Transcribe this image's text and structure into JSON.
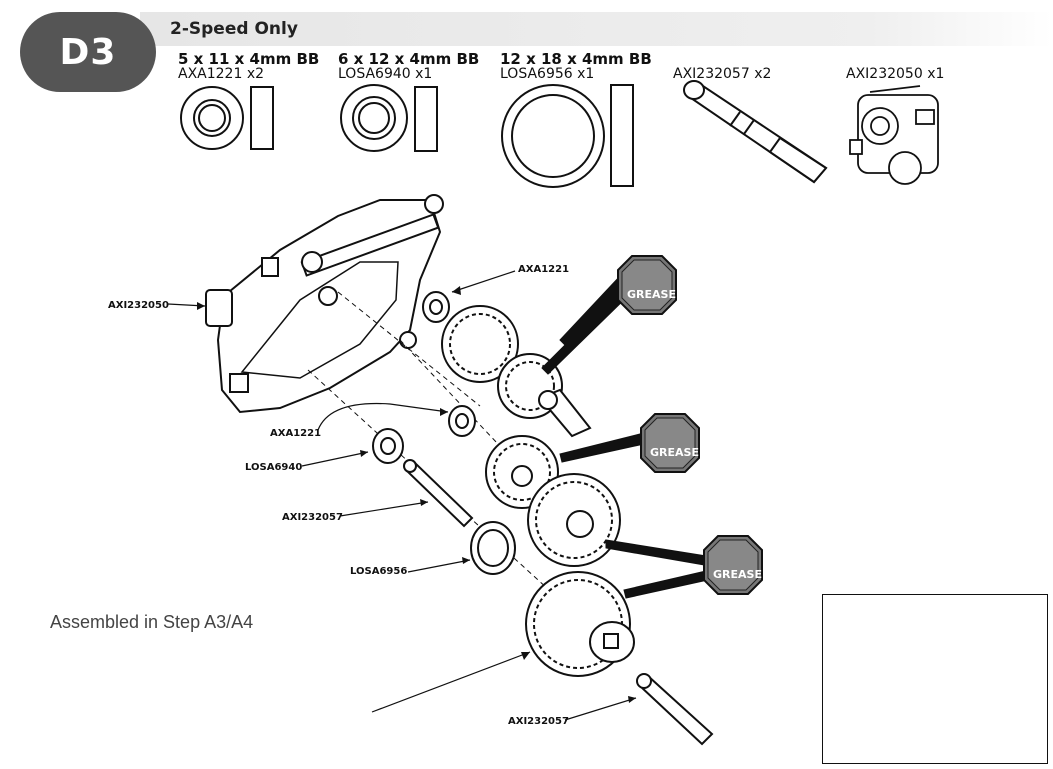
{
  "step": {
    "badge": "D3",
    "title": "2-Speed Only"
  },
  "parts": [
    {
      "spec": "5 x 11 x 4mm BB",
      "code": "AXA1221 x2"
    },
    {
      "spec": "6 x 12 x 4mm BB",
      "code": "LOSA6940 x1"
    },
    {
      "spec": "12 x 18 x 4mm BB",
      "code": "LOSA6956 x1"
    },
    {
      "spec": "",
      "code": "AXI232057 x2"
    },
    {
      "spec": "",
      "code": "AXI232050 x1"
    }
  ],
  "callouts": {
    "housing": "AXI232050",
    "bearing_top": "AXA1221",
    "bearing_mid": "AXA1221",
    "bearing_6940": "LOSA6940",
    "shaft_top": "AXI232057",
    "bearing_6956": "LOSA6956",
    "shaft_bottom": "AXI232057"
  },
  "grease_label": "GREASE",
  "note": "Assembled in Step A3/A4"
}
